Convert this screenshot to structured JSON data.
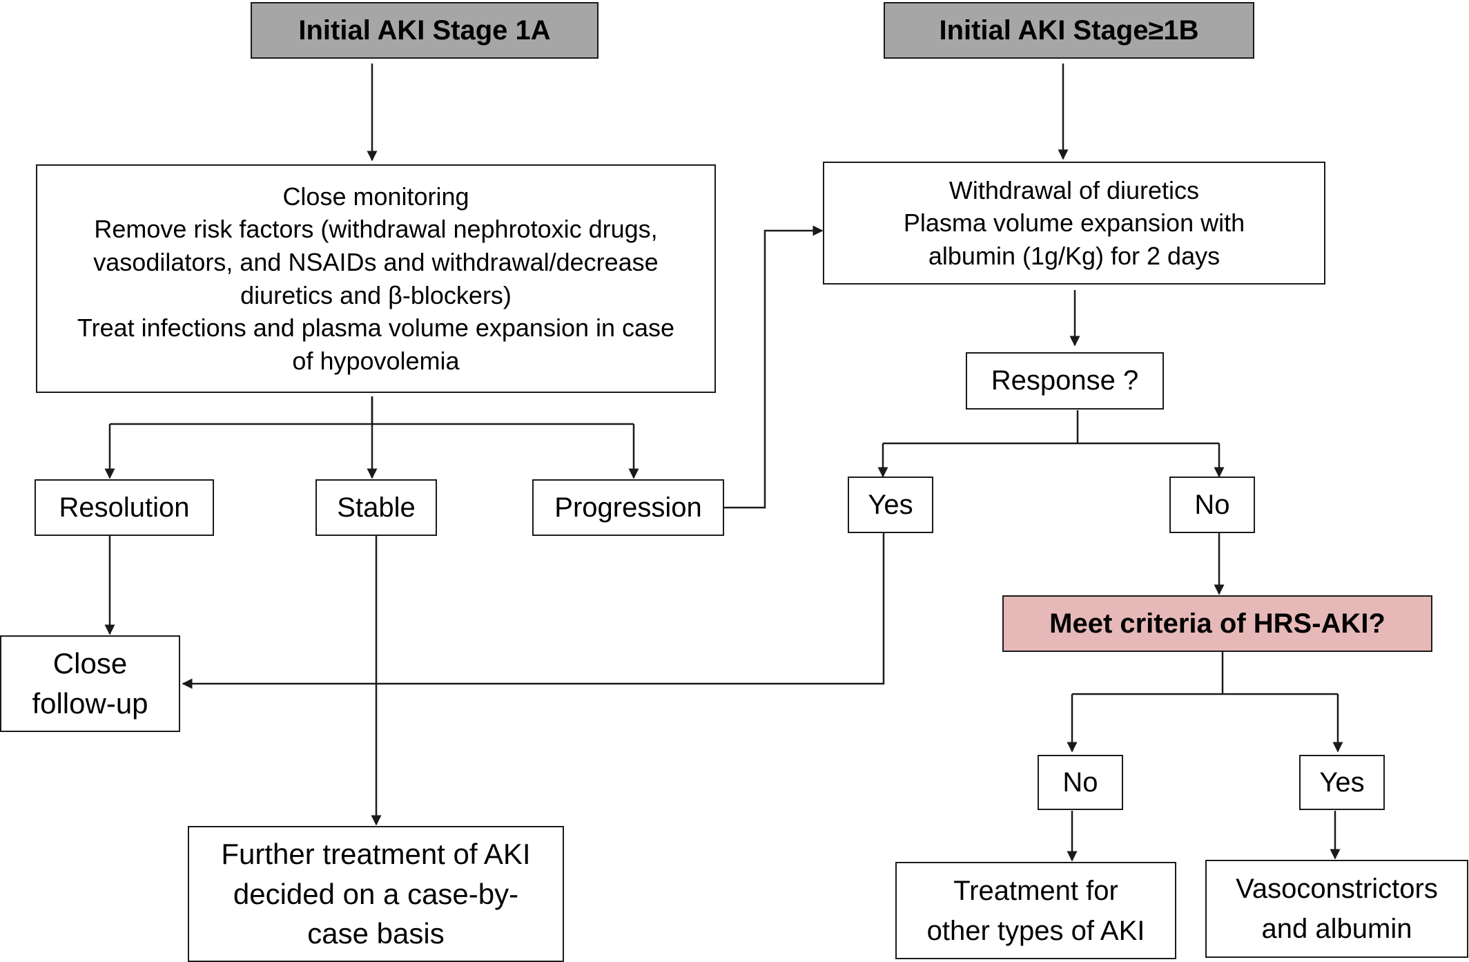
{
  "nodes": {
    "stage1a": "Initial AKI Stage 1A",
    "stage1b": "Initial AKI Stage≥1B",
    "close_monitoring": [
      "Close monitoring",
      "Remove risk factors (withdrawal nephrotoxic drugs,",
      "vasodilators, and NSAIDs and withdrawal/decrease",
      "diuretics and β-blockers)",
      "Treat infections and plasma volume expansion in case",
      "of hypovolemia"
    ],
    "withdrawal": [
      "Withdrawal of diuretics",
      "Plasma volume expansion with",
      "albumin (1g/Kg) for 2 days"
    ],
    "response": "Response ?",
    "resolution": "Resolution",
    "stable": "Stable",
    "progression": "Progression",
    "yes_response": "Yes",
    "no_response": "No",
    "hrs_criteria": "Meet criteria of HRS-AKI?",
    "close_followup": [
      "Close",
      "follow-up"
    ],
    "further_treatment": [
      "Further treatment of AKI",
      "decided on a case-by-",
      "case basis"
    ],
    "no_hrs": "No",
    "yes_hrs": "Yes",
    "other_treatment": [
      "Treatment for",
      "other types of AKI"
    ],
    "vasoconstrictors": [
      "Vasoconstrictors",
      "and albumin"
    ]
  },
  "colors": {
    "header_fill": "#a6a6a6",
    "decision_fill": "#e6b9b8",
    "line": "#1a1a1a"
  }
}
